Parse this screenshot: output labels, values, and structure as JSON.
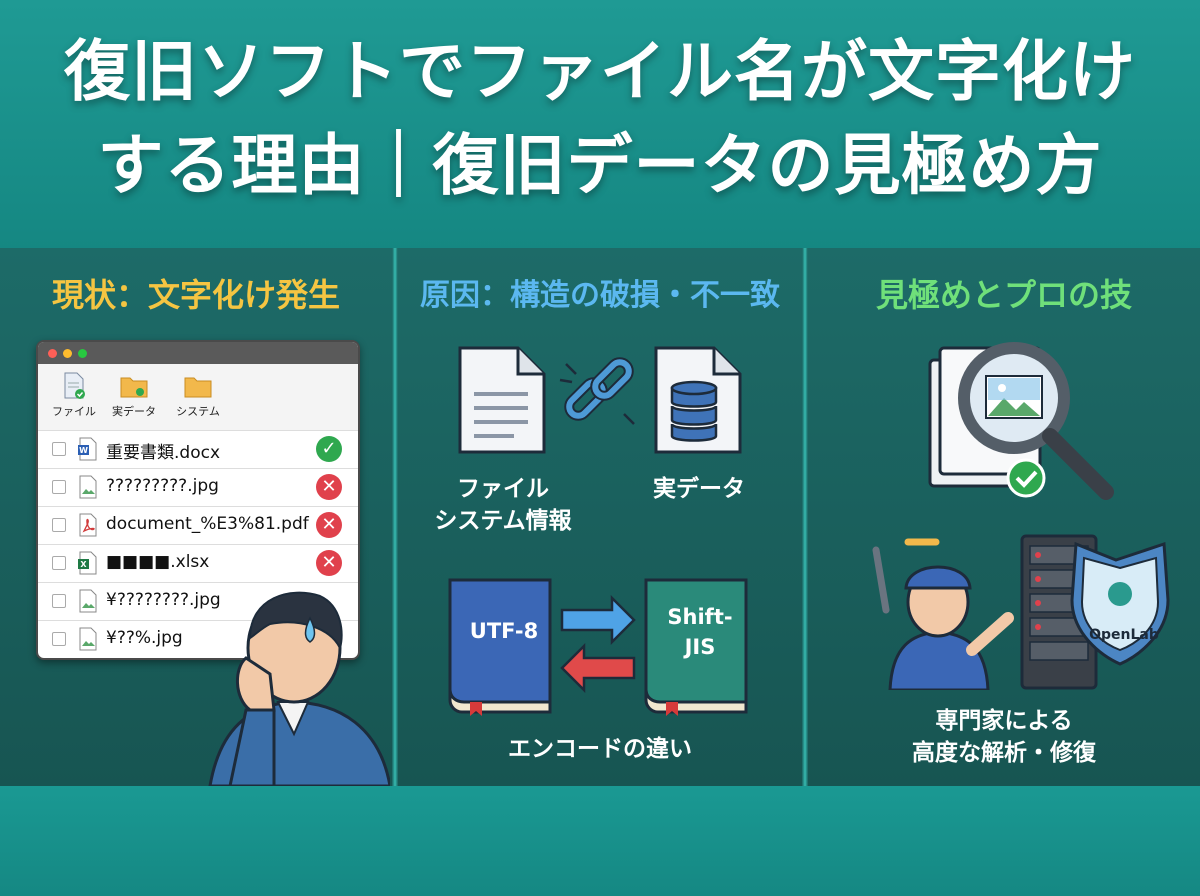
{
  "title": {
    "line1": "復旧ソフトでファイル名が文字化け",
    "line2": "する理由｜復旧データの見極め方"
  },
  "panels": {
    "left": {
      "heading": "現状：文字化け発生",
      "heading_color": "#f5c542",
      "toolbar": [
        "ファイル",
        "実データ",
        "システム"
      ],
      "files": [
        {
          "name": "重要書類.docx",
          "icon": "word-icon",
          "status": "ok"
        },
        {
          "name": "?????????.jpg",
          "icon": "image-icon",
          "status": "error"
        },
        {
          "name": "document_%E3%81.pdf",
          "icon": "pdf-icon",
          "status": "error"
        },
        {
          "name": "■■■■.xlsx",
          "icon": "excel-icon",
          "status": "error"
        },
        {
          "name": "¥????????.jpg",
          "icon": "image-icon",
          "status": ""
        },
        {
          "name": "¥??%.jpg",
          "icon": "image-icon",
          "status": ""
        }
      ]
    },
    "middle": {
      "heading": "原因：構造の破損・不一致",
      "heading_color": "#5bb8f0",
      "fs_label_1": "ファイル",
      "fs_label_2": "システム情報",
      "data_label": "実データ",
      "book_a": "UTF-8",
      "book_b_1": "Shift-",
      "book_b_2": "JIS",
      "encode_label": "エンコードの違い"
    },
    "right": {
      "heading": "見極めとプロの技",
      "heading_color": "#6fe07a",
      "shield_text": "OpenLab",
      "caption_1": "専門家による",
      "caption_2": "高度な解析・修復"
    }
  },
  "colors": {
    "ok": "#2fa84f",
    "error": "#e0414c"
  }
}
